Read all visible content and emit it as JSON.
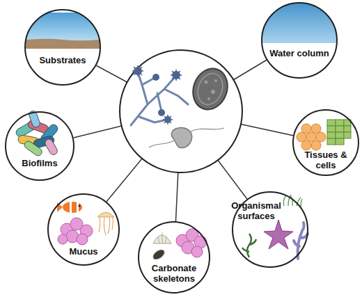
{
  "diagram": {
    "nodes": [
      {
        "text": [
          "Substrates"
        ]
      },
      {
        "text": [
          "Water column"
        ]
      },
      {
        "text": [
          "Biofilms"
        ]
      },
      {
        "text": [
          "Tissues & cells"
        ]
      },
      {
        "text": [
          "Mucus"
        ]
      },
      {
        "text": [
          "Organismal surfaces"
        ]
      },
      {
        "text": [
          "Carbonate skeletons"
        ]
      }
    ]
  }
}
